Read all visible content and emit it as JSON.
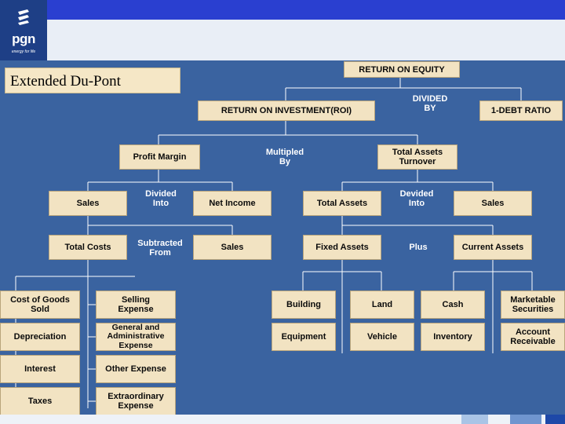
{
  "logo": {
    "name": "pgn",
    "tagline": "energy for life"
  },
  "title": "Extended  Du-Pont",
  "boxes": {
    "roe": "RETURN ON EQUITY",
    "roi": "RETURN ON INVESTMENT(ROI)",
    "debt": "1-DEBT RATIO",
    "profit_margin": "Profit Margin",
    "total_assets_turnover": "Total Assets\nTurnover",
    "sales_l": "Sales",
    "net_income": "Net Income",
    "total_assets": "Total Assets",
    "sales_r": "Sales",
    "total_costs": "Total Costs",
    "sales_m": "Sales",
    "fixed_assets": "Fixed Assets",
    "current_assets": "Current Assets",
    "cogs": "Cost of Goods\nSold",
    "selling": "Selling\nExpense",
    "depreciation": "Depreciation",
    "gen_admin": "General and\nAdministrative\nExpense",
    "interest": "Interest",
    "other_expense": "Other Expense",
    "taxes": "Taxes",
    "extraordinary": "Extraordinary\nExpense",
    "building": "Building",
    "land": "Land",
    "cash": "Cash",
    "marketable": "Marketable\nSecurities",
    "equipment": "Equipment",
    "vehicle": "Vehicle",
    "inventory": "Inventory",
    "receivable": "Account\nReceivable"
  },
  "operators": {
    "divided_by": "DIVIDED\nBY",
    "multiplied_by": "Multipled\nBy",
    "divided_into_l": "Divided\nInto",
    "devided_into_r": "Devided\nInto",
    "subtracted_from": "Subtracted\nFrom",
    "plus": "Plus"
  }
}
